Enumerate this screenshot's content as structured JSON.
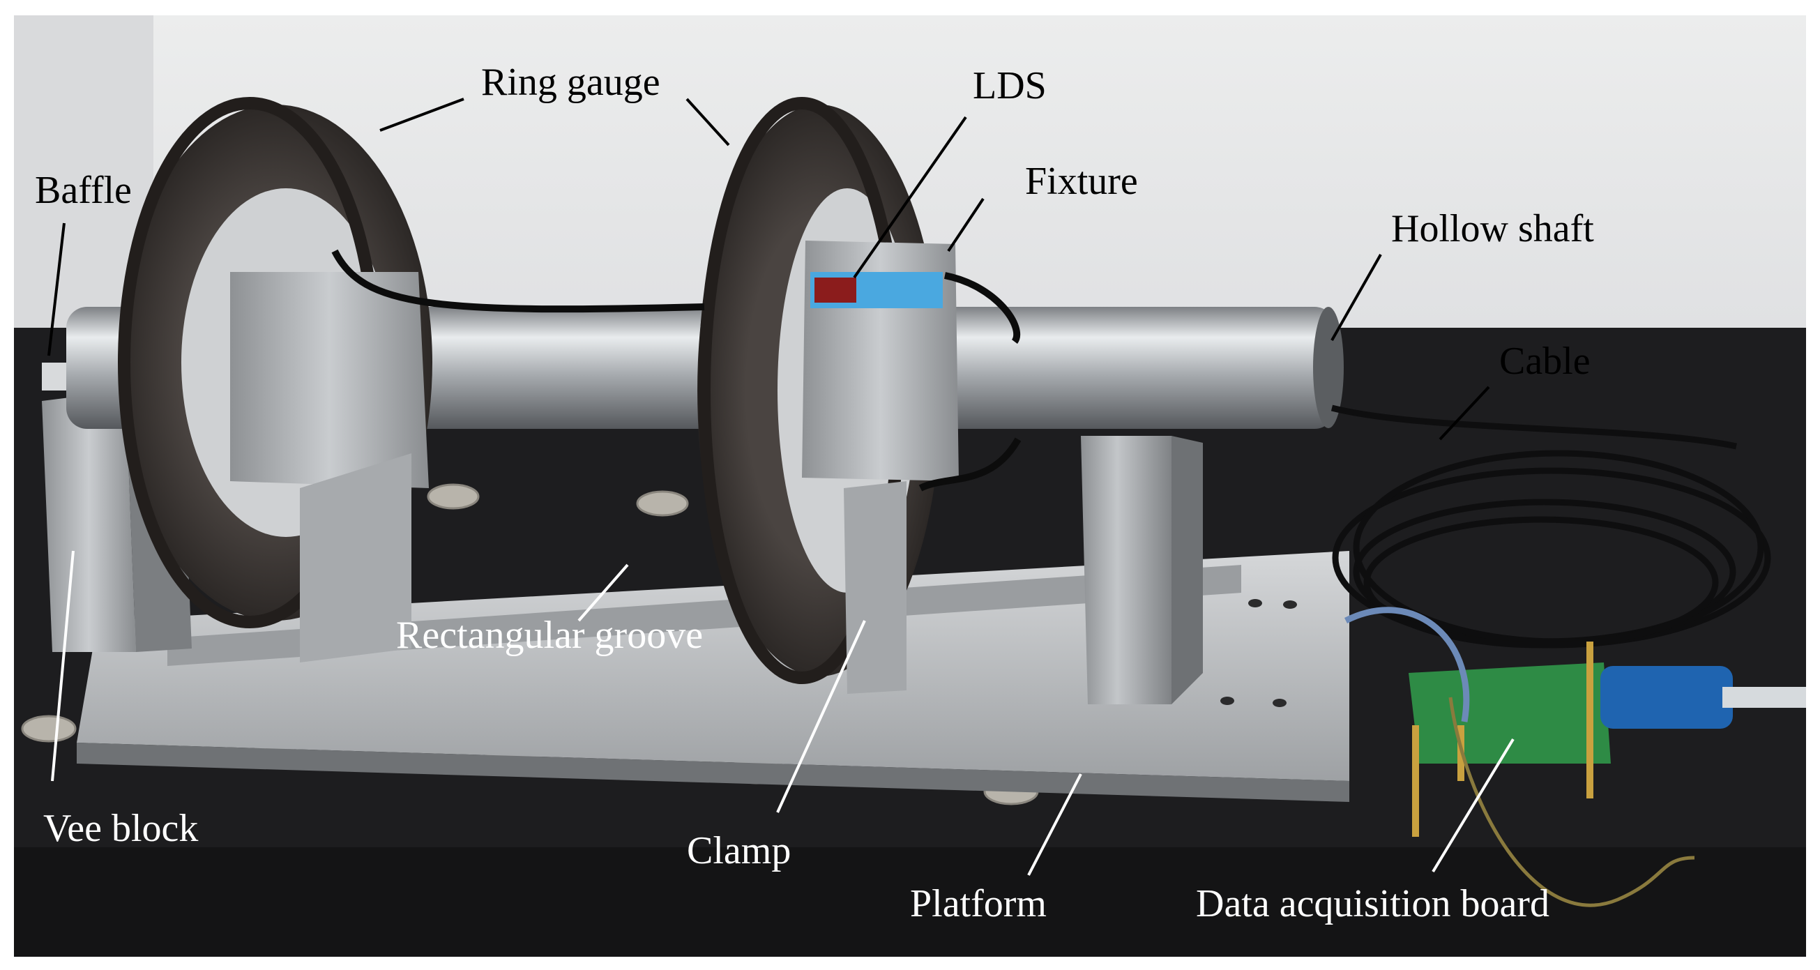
{
  "labels": {
    "ring_gauge": "Ring gauge",
    "lds": "LDS",
    "baffle": "Baffle",
    "fixture": "Fixture",
    "hollow_shaft": "Hollow shaft",
    "cable": "Cable",
    "rectangular_groove": "Rectangular groove",
    "vee_block": "Vee block",
    "clamp": "Clamp",
    "platform": "Platform",
    "data_acquisition_board": "Data acquisition board"
  },
  "colors": {
    "wall": "#e6e7e9",
    "granite": "#1c1c1d",
    "ring": "#3b3533",
    "metal": "#bfc2c4",
    "pcb": "#2e8b45",
    "connector": "#1f64b0",
    "sensor": "#4aa8e0"
  }
}
